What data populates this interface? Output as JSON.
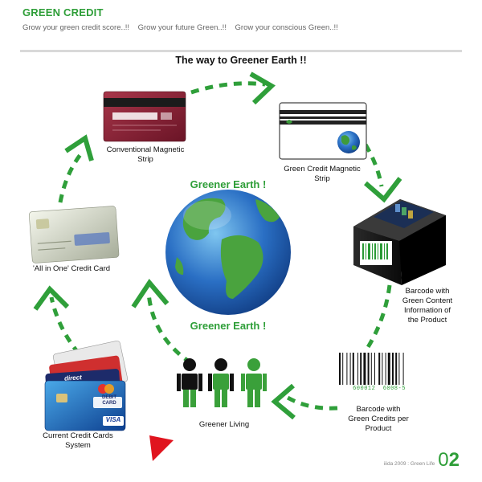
{
  "header": {
    "brand": "GREEN CREDIT",
    "tagline": "Grow your green credit score..!!    Grow your future Green..!!    Grow your conscious Green..!!"
  },
  "main_title": "The way to Greener Earth !!",
  "center": {
    "heading_top": "Greener Earth !",
    "heading_bottom": "Greener Earth !"
  },
  "nodes": {
    "conventional_strip": {
      "label_line1": "Conventional Magnetic",
      "label_line2": "Strip"
    },
    "green_strip": {
      "label_line1": "Green Credit Magnetic",
      "label_line2": "Strip"
    },
    "product_box": {
      "label_line1": "Barcode with",
      "label_line2": "Green Content",
      "label_line3": "Information of",
      "label_line4": "the Product"
    },
    "barcode": {
      "digits": "600012  6008-5",
      "label_line1": "Barcode with",
      "label_line2": "Green Credits per",
      "label_line3": "Product"
    },
    "greener_living": {
      "label": "Greener Living"
    },
    "current_cards": {
      "label_line1": "Current Credit Cards",
      "label_line2": "System"
    },
    "all_in_one": {
      "label": "'All in One' Credit Card"
    }
  },
  "card_texts": {
    "debit_card": "DEBIT CARD",
    "visa": "VISA",
    "direct": "direct"
  },
  "footer": {
    "text": "iiida 2009 : Green Life",
    "page_prefix": "0",
    "page_number": "2"
  },
  "colors": {
    "brand_green": "#2e9e38",
    "arrow_green": "#2f9f3a",
    "marker_red": "#e0141e"
  }
}
